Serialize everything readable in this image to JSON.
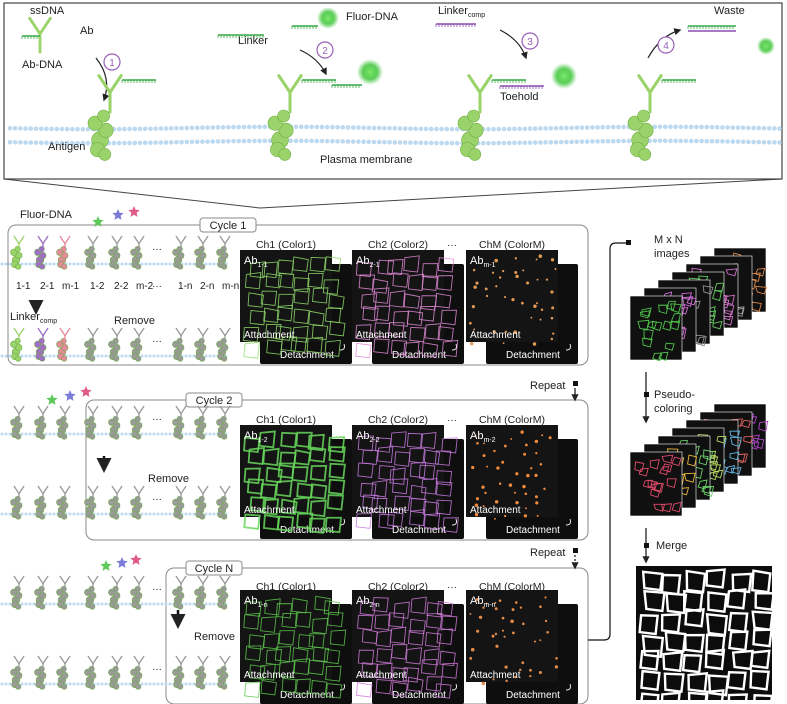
{
  "top_panel": {
    "labels": {
      "ssdna": "ssDNA",
      "ab": "Ab",
      "ab_dna": "Ab-DNA",
      "fluor_dna": "Fluor-DNA",
      "linker": "Linker",
      "linker_comp_main": "Linker",
      "linker_comp_sub": "comp",
      "waste": "Waste",
      "toehold": "Toehold",
      "antigen": "Antigen",
      "plasma_membrane": "Plasma membrane"
    },
    "steps": [
      "1",
      "2",
      "3",
      "4"
    ]
  },
  "cycles": [
    {
      "title": "Cycle 1",
      "fluor_label": "Fluor-DNA",
      "cell_labels": [
        "1-1",
        "2-1",
        "m-1",
        "1-2",
        "2-2",
        "m-2",
        "1-n",
        "2-n",
        "m-n"
      ],
      "linker_main": "Linker",
      "linker_sub": "comp",
      "remove": "Remove",
      "channels": [
        {
          "header": "Ch1 (Color1)",
          "ab_main": "Ab",
          "ab_sub": "1-1",
          "color": "#8fdc6a"
        },
        {
          "header": "Ch2 (Color2)",
          "ab_main": "Ab",
          "ab_sub": "2-1",
          "color": "#e08ad6"
        },
        {
          "header": "ChM (ColorM)",
          "ab_main": "Ab",
          "ab_sub": "m-1",
          "color": "#e39a55"
        }
      ]
    },
    {
      "title": "Cycle 2",
      "repeat": "Repeat",
      "remove": "Remove",
      "channels": [
        {
          "header": "Ch1 (Color1)",
          "ab_main": "Ab",
          "ab_sub": "1-2",
          "color": "#66d65a"
        },
        {
          "header": "Ch2 (Color2)",
          "ab_main": "Ab",
          "ab_sub": "2-2",
          "color": "#c87ae0"
        },
        {
          "header": "ChM (ColorM)",
          "ab_main": "Ab",
          "ab_sub": "m-2",
          "color": "#f08a3c"
        }
      ]
    },
    {
      "title": "Cycle N",
      "repeat": "Repeat",
      "remove": "Remove",
      "channels": [
        {
          "header": "Ch1 (Color1)",
          "ab_main": "Ab",
          "ab_sub": "1-n",
          "color": "#5ec84e"
        },
        {
          "header": "Ch2 (Color2)",
          "ab_main": "Ab",
          "ab_sub": "2-n",
          "color": "#d07ad8"
        },
        {
          "header": "ChM (ColorM)",
          "ab_main": "Ab",
          "ab_sub": "m-n",
          "color": "#e28a48"
        }
      ]
    }
  ],
  "panel_labels": {
    "attachment": "Attachment",
    "detachment": "Detachment",
    "ellipsis": "···",
    "cells_ellipsis": "···"
  },
  "right_column": {
    "mxn_line1": "M x N",
    "mxn_line2": "images",
    "pseudo_line1": "Pseudo-",
    "pseudo_line2": "coloring",
    "merge": "Merge"
  },
  "colors": {
    "membrane": "#bcd9f0",
    "antibody": "#9bd36b",
    "antibody_dark": "#6fae45",
    "step_circle": "#9a5fb8",
    "dna_green": "#3aa94a",
    "dna_purple": "#8a4fb0",
    "fluor_glow": "#3ec43a",
    "panel_bg": "#141414",
    "inactive": "#9a9a9a"
  }
}
